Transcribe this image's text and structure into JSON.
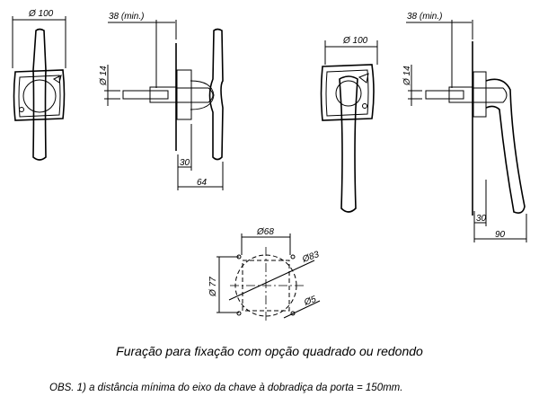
{
  "dimensions": {
    "front_t_width": "Ø 100",
    "side_t_min": "38 (min.)",
    "side_t_spindle": "Ø 14",
    "side_t_30": "30",
    "side_t_depth": "64",
    "front_lever_width": "Ø 100",
    "side_lever_min": "38 (min.)",
    "side_lever_spindle": "Ø 14",
    "side_lever_30": "30",
    "side_lever_depth": "90",
    "hole_square_width": "Ø68",
    "hole_square_height": "Ø 77",
    "hole_circle": "Ø83",
    "hole_screw": "Ø5"
  },
  "caption": "Furação para fixação com opção quadrado ou redondo",
  "note": "OBS. 1) a distância mínima do eixo da chave à dobradiça da porta = 150mm."
}
